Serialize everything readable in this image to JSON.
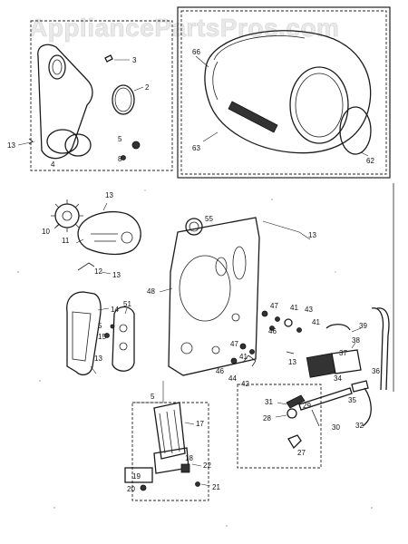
{
  "watermark": "AppliancePartsPros.com",
  "labels": {
    "l2": "2",
    "l3": "3",
    "l4": "4",
    "l5": "5",
    "l8": "8",
    "l13": "13",
    "l62": "62",
    "l63": "63",
    "l66": "66",
    "l10": "10",
    "l11": "11",
    "l12": "12",
    "l13b": "13",
    "l13c": "13",
    "l13d": "13",
    "l14": "14",
    "l15": "15",
    "l5b": "5",
    "l51": "51",
    "l13e": "13",
    "l55": "55",
    "l48": "48",
    "l47": "47",
    "l41": "41",
    "l43": "43",
    "l46": "46",
    "l41b": "41",
    "l47b": "47",
    "l41c": "41",
    "l46b": "46",
    "l44": "44",
    "l42": "42",
    "l13f": "13",
    "l39": "39",
    "l38": "38",
    "l37": "37",
    "l36": "36",
    "l34": "34",
    "l35": "35",
    "l31": "31",
    "l28": "28",
    "l29": "29",
    "l30": "30",
    "l32": "32",
    "l27": "27",
    "l5c": "5",
    "l17": "17",
    "l18": "18",
    "l19": "19",
    "l20": "20",
    "l22": "22",
    "l21": "21"
  }
}
